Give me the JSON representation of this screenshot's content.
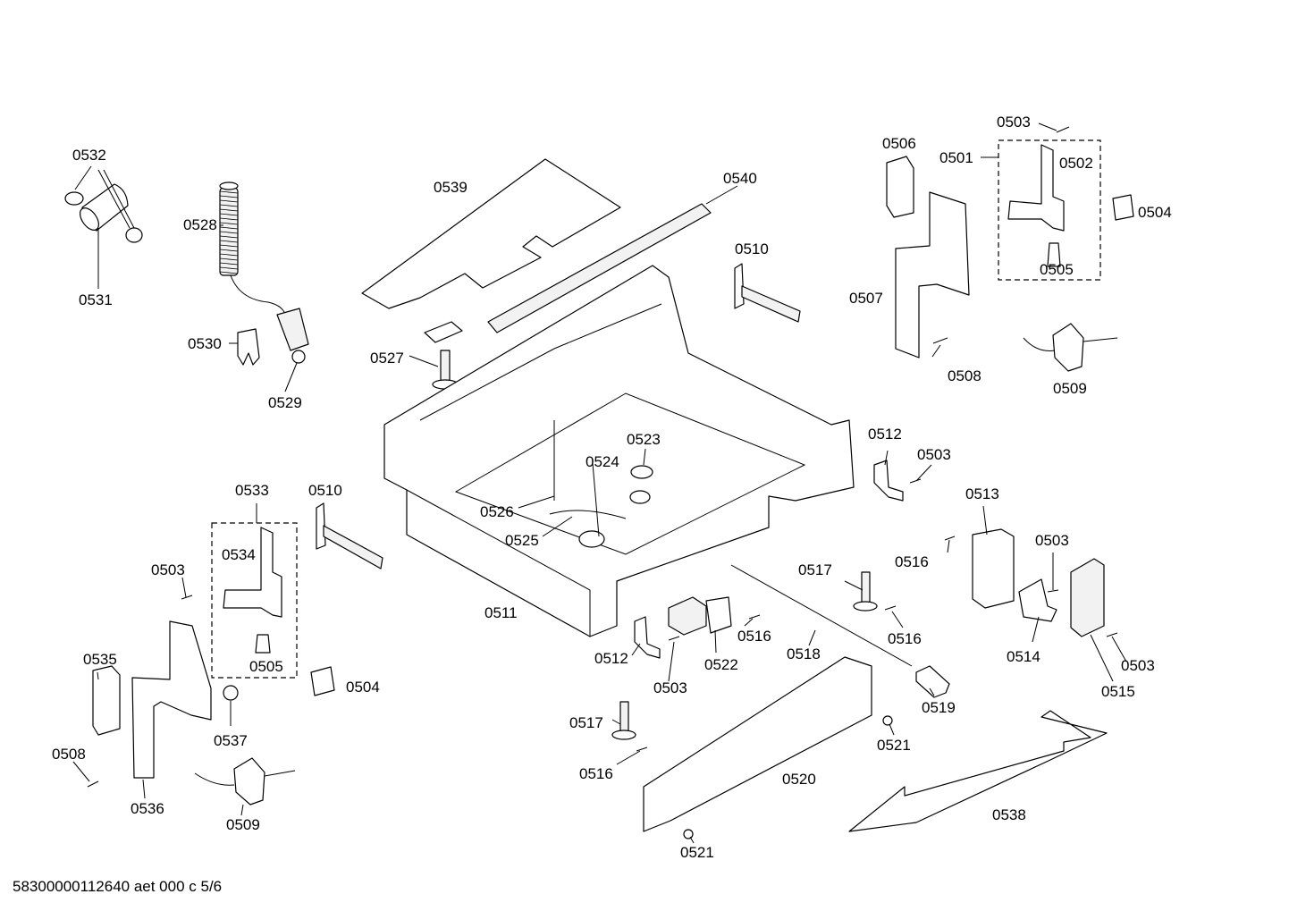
{
  "diagram": {
    "part_labels": {
      "p0501": "0501",
      "p0502": "0502",
      "p0503_a": "0503",
      "p0503_b": "0503",
      "p0503_c": "0503",
      "p0503_d": "0503",
      "p0503_e": "0503",
      "p0503_f": "0503",
      "p0504_a": "0504",
      "p0504_b": "0504",
      "p0505_a": "0505",
      "p0505_b": "0505",
      "p0506": "0506",
      "p0507": "0507",
      "p0508_a": "0508",
      "p0508_b": "0508",
      "p0509_a": "0509",
      "p0509_b": "0509",
      "p0510_a": "0510",
      "p0510_b": "0510",
      "p0511": "0511",
      "p0512_a": "0512",
      "p0512_b": "0512",
      "p0513": "0513",
      "p0514": "0514",
      "p0515": "0515",
      "p0516_a": "0516",
      "p0516_b": "0516",
      "p0516_c": "0516",
      "p0516_d": "0516",
      "p0517_a": "0517",
      "p0517_b": "0517",
      "p0518": "0518",
      "p0519": "0519",
      "p0520": "0520",
      "p0521_a": "0521",
      "p0521_b": "0521",
      "p0522": "0522",
      "p0523": "0523",
      "p0524": "0524",
      "p0525": "0525",
      "p0526": "0526",
      "p0527": "0527",
      "p0528": "0528",
      "p0529": "0529",
      "p0530": "0530",
      "p0531": "0531",
      "p0532": "0532",
      "p0533": "0533",
      "p0534": "0534",
      "p0535": "0535",
      "p0536": "0536",
      "p0537": "0537",
      "p0538": "0538",
      "p0539": "0539",
      "p0540": "0540"
    },
    "footer_code": "58300000112640 aet 000 c 5/6"
  }
}
